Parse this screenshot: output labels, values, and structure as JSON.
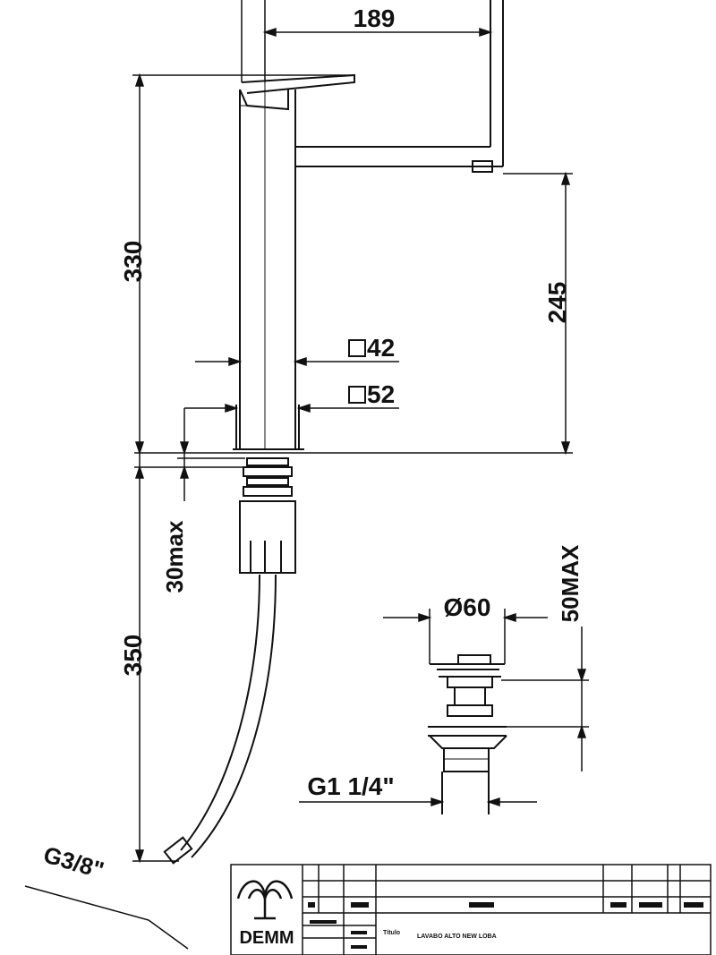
{
  "dimensions": {
    "spout_reach": "189",
    "overall_height": "330",
    "spout_height": "245",
    "body_square_upper": "42",
    "body_square_lower": "52",
    "deck_thickness": "30max",
    "hose_length": "350",
    "hose_thread": "G3/8\"",
    "waste_diameter": "Ø60",
    "waste_max": "50MAX",
    "waste_thread": "G1 1/4\""
  },
  "title_block": {
    "brand": "DEMM",
    "title_label": "Título",
    "title_value": "LAVABO ALTO NEW LOBA"
  },
  "colors": {
    "ink": "#111111",
    "paper": "#ffffff"
  }
}
